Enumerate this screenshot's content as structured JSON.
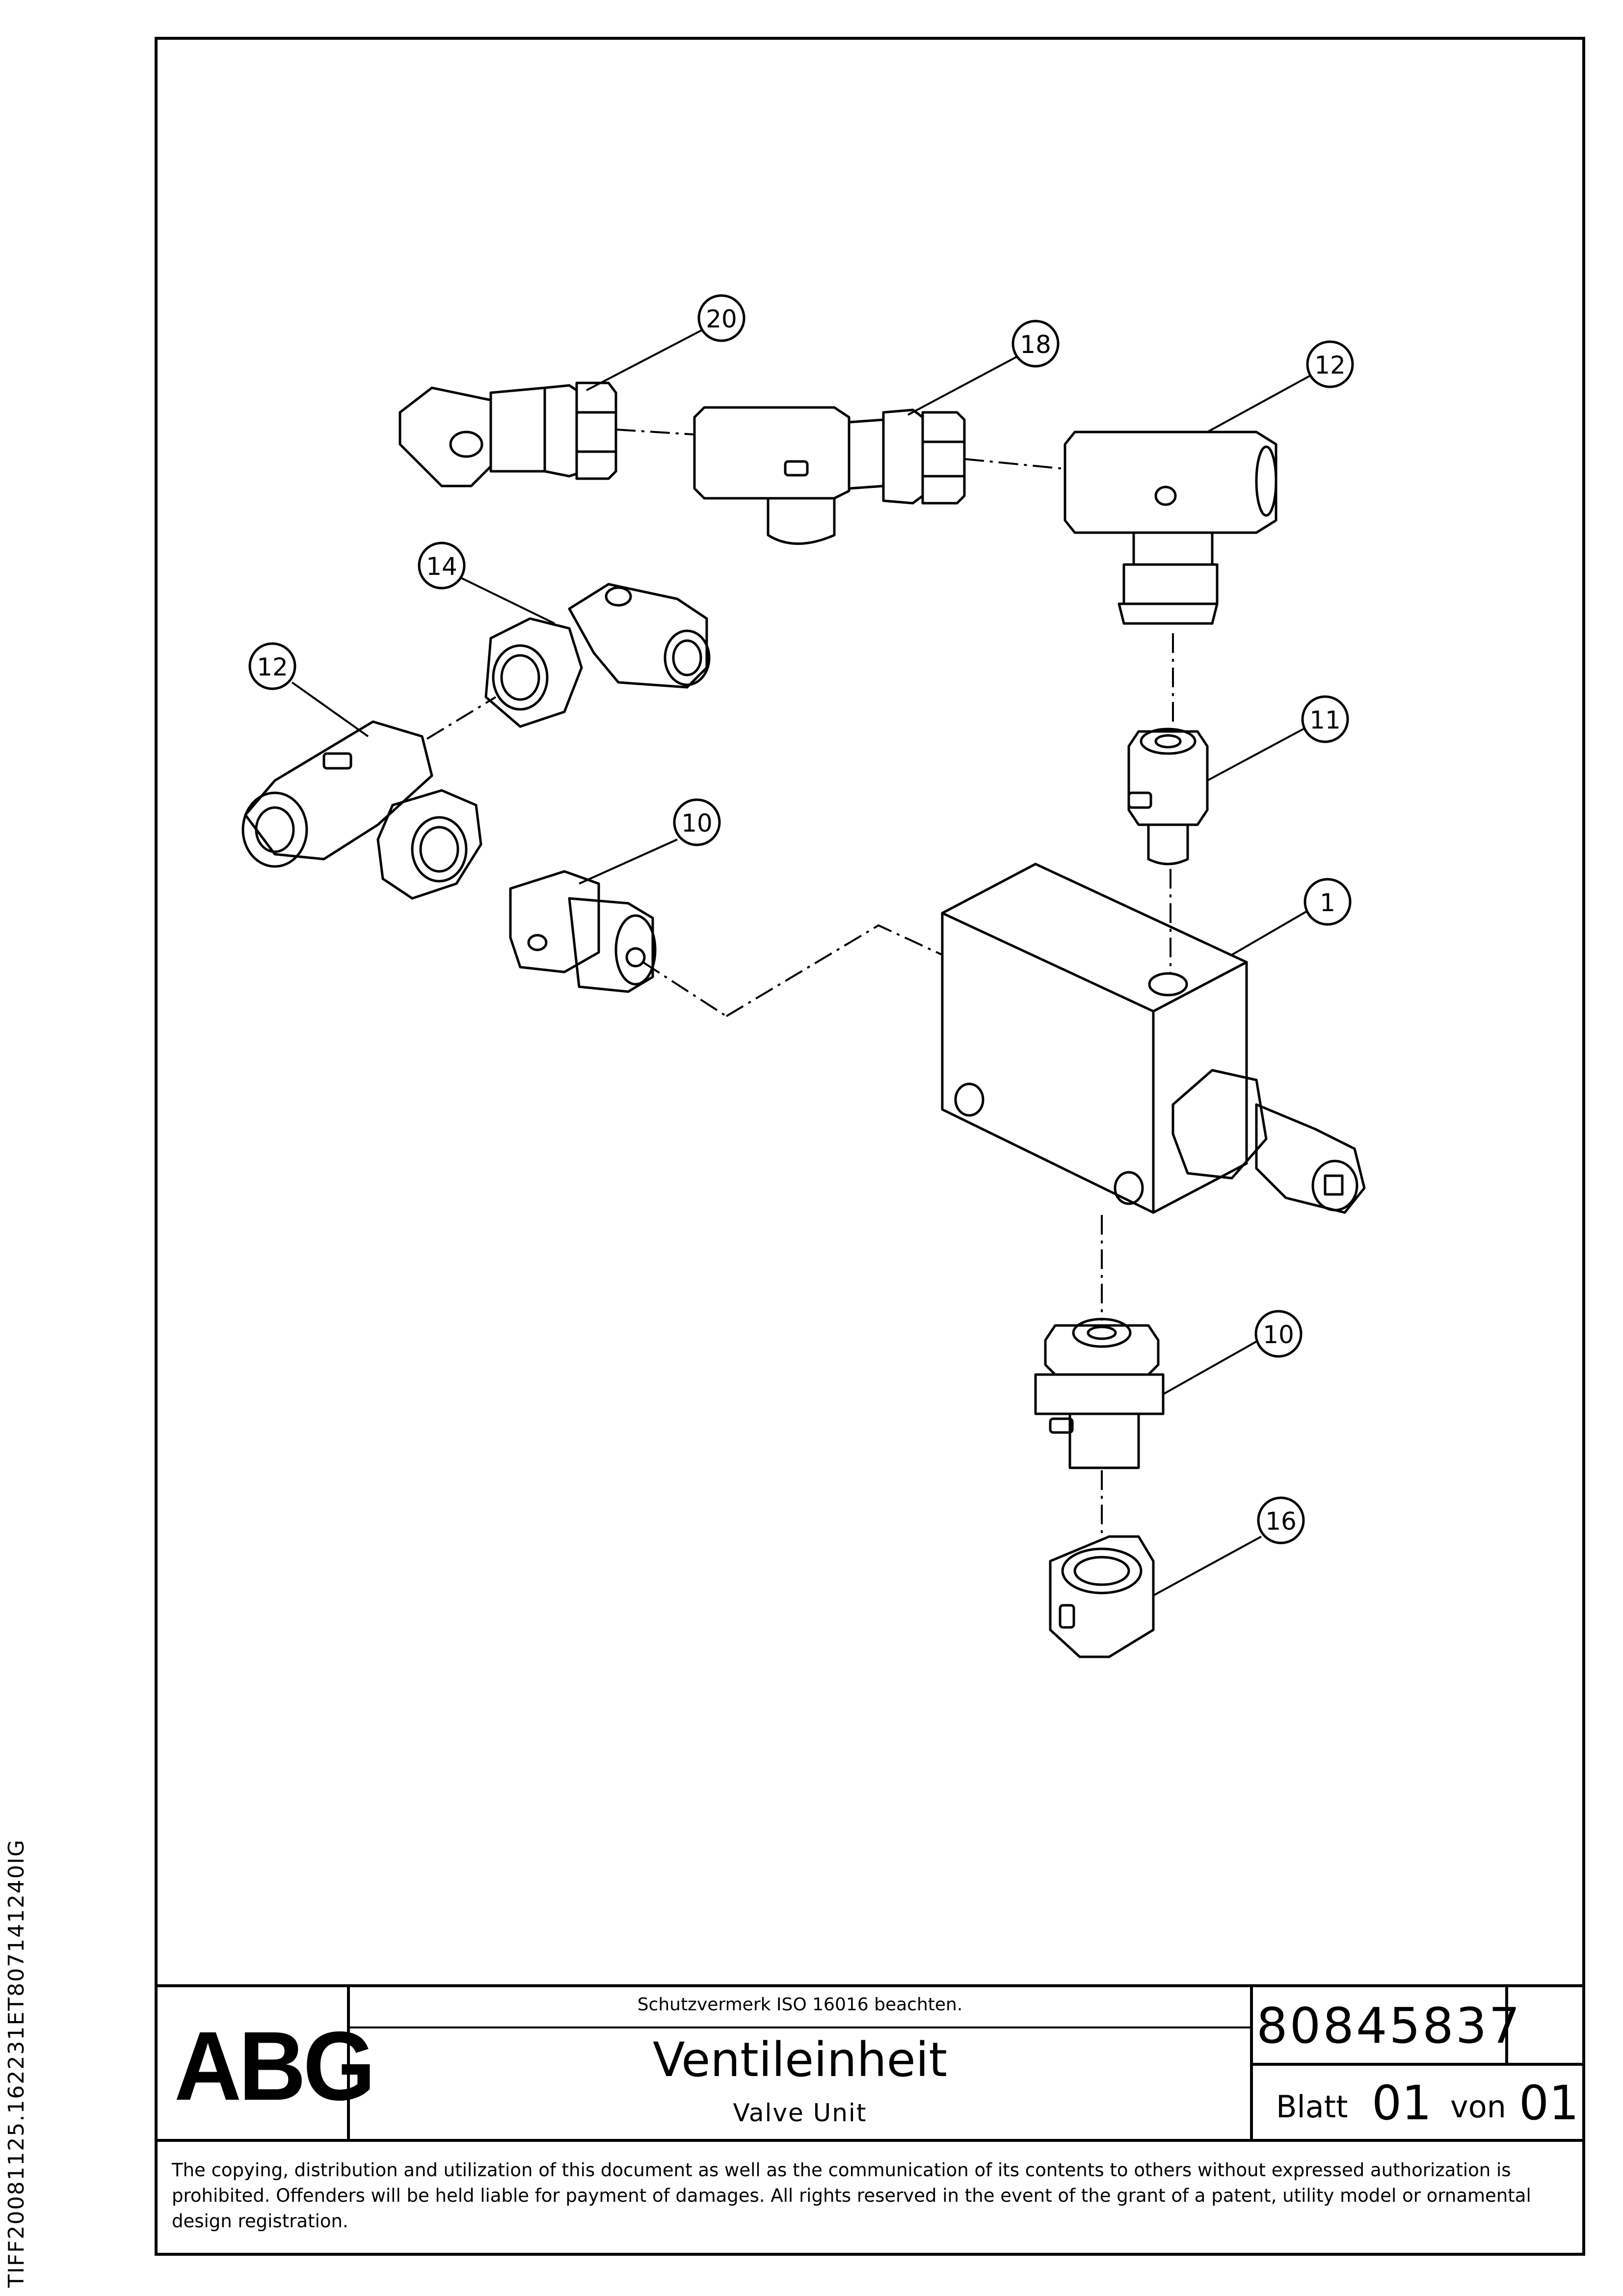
{
  "side_code": "TIFF20081125.162231ET807141240IG",
  "title_block": {
    "logo": "ABG",
    "protection_note": "Schutzvermerk ISO 16016 beachten.",
    "title_de": "Ventileinheit",
    "title_en": "Valve Unit",
    "doc_number": "80845837",
    "sheet_label": "Blatt",
    "sheet_number": "01",
    "of_label": "von",
    "sheet_total": "01"
  },
  "copyright_notice": "The copying, distribution and utilization of this document as well as the communication of its contents to others without expressed authorization is prohibited. Offenders will be held liable for payment of damages. All rights reserved in the event of the grant of a patent, utility model or ornamental design registration.",
  "callouts": [
    "20",
    "18",
    "12",
    "14",
    "12",
    "11",
    "10",
    "1",
    "10",
    "16"
  ]
}
